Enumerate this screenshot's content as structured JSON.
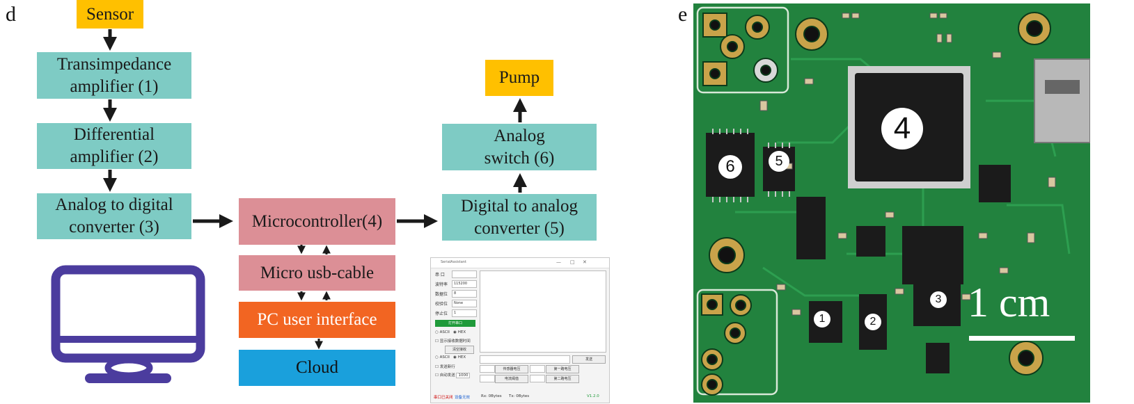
{
  "panel_d": {
    "letter": "d",
    "nodes": {
      "sensor": "Sensor",
      "tia": "Transimpedance amplifier (1)",
      "diff": "Differential amplifier (2)",
      "adc": "Analog to digital converter (3)",
      "mcu": "Microcontroller(4)",
      "usb": "Micro usb-cable",
      "pcui": "PC user interface",
      "cloud": "Cloud",
      "dac": "Digital to analog converter (5)",
      "switch": "Analog switch (6)",
      "pump": "Pump"
    },
    "colors": {
      "teal": "#7ecbc4",
      "yellow": "#ffc000",
      "pink": "#dc8f96",
      "orange": "#f26522",
      "blue": "#1aa0dc",
      "monitor": "#4b3c9e"
    },
    "icons": [
      "computer-monitor-icon"
    ],
    "serial_window": {
      "title": "SerialAssistant",
      "port_label": "串 口",
      "baud_label": "波特率",
      "baud_value": "115200",
      "databits_label": "数据位",
      "databits_value": "8",
      "parity_label": "校验位",
      "parity_value": "None",
      "stopbits_label": "停止位",
      "stopbits_value": "1",
      "open_button": "打开串口",
      "rx_ascii": "ASCII",
      "rx_hex": "HEX",
      "show_time": "显示接收数据时间",
      "clear_rx": "清空接收",
      "tx_ascii": "ASCII",
      "tx_hex": "HEX",
      "send_newline": "发送新行",
      "auto_send": "自动发送",
      "period": "1000",
      "send_button": "发送",
      "btn_a1": "传感器电压",
      "btn_a2": "电流阈值",
      "btn_b1": "第一路电压",
      "btn_b2": "第二路电压",
      "status_left": "串口已关闭",
      "status_mid": "设备无效",
      "rx_count": "Rx: 0Bytes",
      "tx_count": "Tx: 0Bytes",
      "version": "V1.2.0"
    }
  },
  "panel_e": {
    "letter": "e",
    "labels": [
      "1",
      "2",
      "3",
      "4",
      "5",
      "6"
    ],
    "scale_bar": "1 cm",
    "colors": {
      "board": "#1f7a3a",
      "chip": "#1b1b1b",
      "pad": "#c9a34a"
    }
  }
}
